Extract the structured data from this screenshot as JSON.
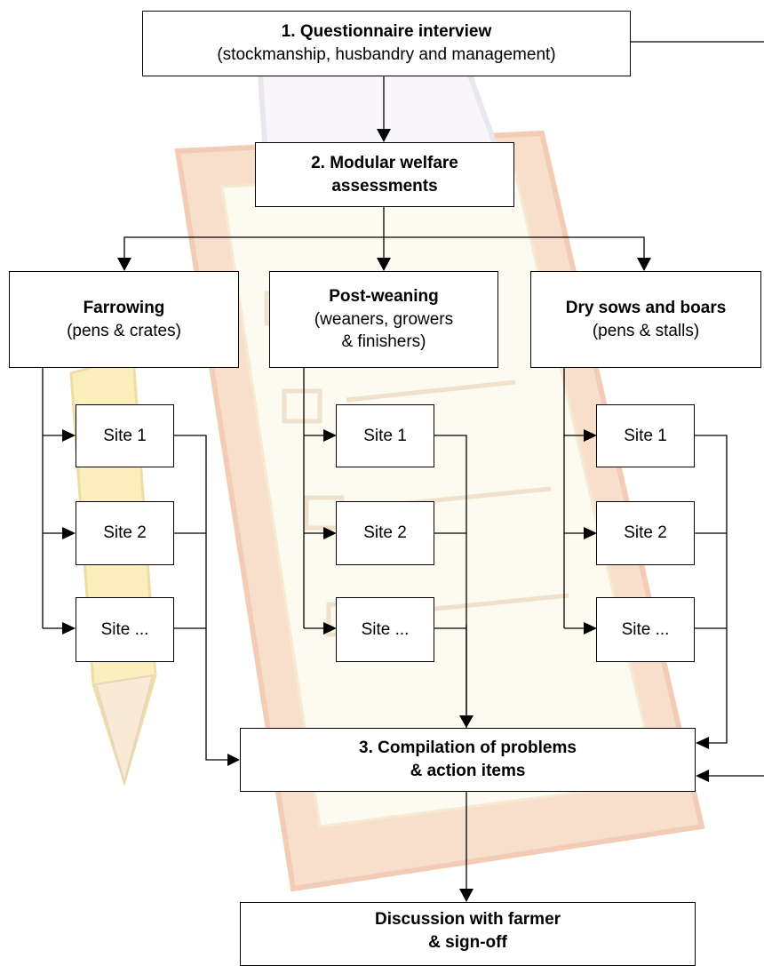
{
  "nodes": {
    "questionnaire": {
      "title": "1. Questionnaire interview",
      "sub": "(stockmanship, husbandry and management)"
    },
    "modular": {
      "title_line1": "2. Modular welfare",
      "title_line2": "assessments"
    },
    "farrowing": {
      "title": "Farrowing",
      "sub": "(pens & crates)"
    },
    "postweaning": {
      "title": "Post-weaning",
      "sub_line1": "(weaners, growers",
      "sub_line2": "& finishers)"
    },
    "drysows": {
      "title": "Dry sows and boars",
      "sub": "(pens & stalls)"
    },
    "compilation": {
      "line1": "3. Compilation of problems",
      "line2": "& action items"
    },
    "discussion": {
      "line1": "Discussion with farmer",
      "line2": "& sign-off"
    }
  },
  "sites": [
    "Site 1",
    "Site 2",
    "Site ..."
  ],
  "colors": {
    "clipboard": "#f3b98f",
    "paper": "#fdf3da",
    "pencil": "#f7e07a",
    "stroke": "#000000"
  },
  "background_image": "clipboard-with-pencil-watermark"
}
